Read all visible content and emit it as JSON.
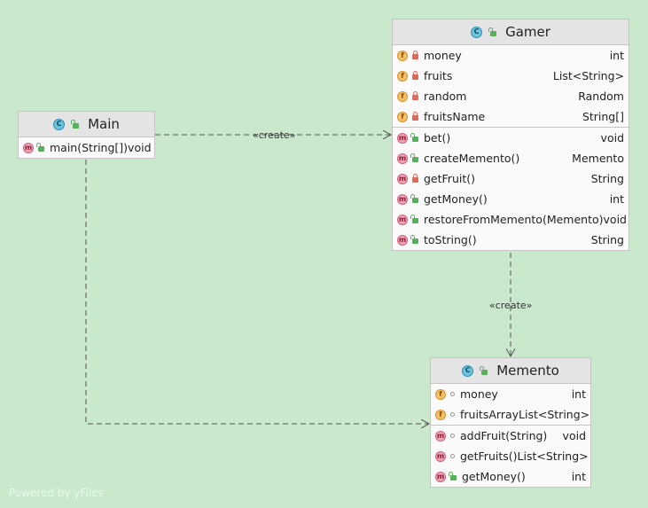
{
  "classes": {
    "main": {
      "title": "Main",
      "methods": [
        {
          "name": "main(String[])",
          "type": "void",
          "visibility": "public"
        }
      ]
    },
    "gamer": {
      "title": "Gamer",
      "fields": [
        {
          "name": "money",
          "type": "int",
          "visibility": "private"
        },
        {
          "name": "fruits",
          "type": "List<String>",
          "visibility": "private"
        },
        {
          "name": "random",
          "type": "Random",
          "visibility": "private"
        },
        {
          "name": "fruitsName",
          "type": "String[]",
          "visibility": "private"
        }
      ],
      "methods": [
        {
          "name": "bet()",
          "type": "void",
          "visibility": "public"
        },
        {
          "name": "createMemento()",
          "type": "Memento",
          "visibility": "public"
        },
        {
          "name": "getFruit()",
          "type": "String",
          "visibility": "private"
        },
        {
          "name": "getMoney()",
          "type": "int",
          "visibility": "public"
        },
        {
          "name": "restoreFromMemento(Memento)",
          "type": "void",
          "visibility": "public"
        },
        {
          "name": "toString()",
          "type": "String",
          "visibility": "public"
        }
      ]
    },
    "memento": {
      "title": "Memento",
      "fields": [
        {
          "name": "money",
          "type": "int",
          "visibility": "package"
        },
        {
          "name": "fruits",
          "type": "ArrayList<String>",
          "visibility": "package"
        }
      ],
      "methods": [
        {
          "name": "addFruit(String)",
          "type": "void",
          "visibility": "package"
        },
        {
          "name": "getFruits()",
          "type": "List<String>",
          "visibility": "package"
        },
        {
          "name": "getMoney()",
          "type": "int",
          "visibility": "public"
        }
      ]
    }
  },
  "badges": {
    "class": "C",
    "field": "f",
    "method": "m"
  },
  "edges": {
    "main_to_gamer": "«create»",
    "gamer_to_memento": "«create»"
  },
  "watermark": "Powered by yFiles",
  "colors": {
    "background": "#c9e8cc",
    "header": "#e4e4e4",
    "edge": "#555555"
  }
}
